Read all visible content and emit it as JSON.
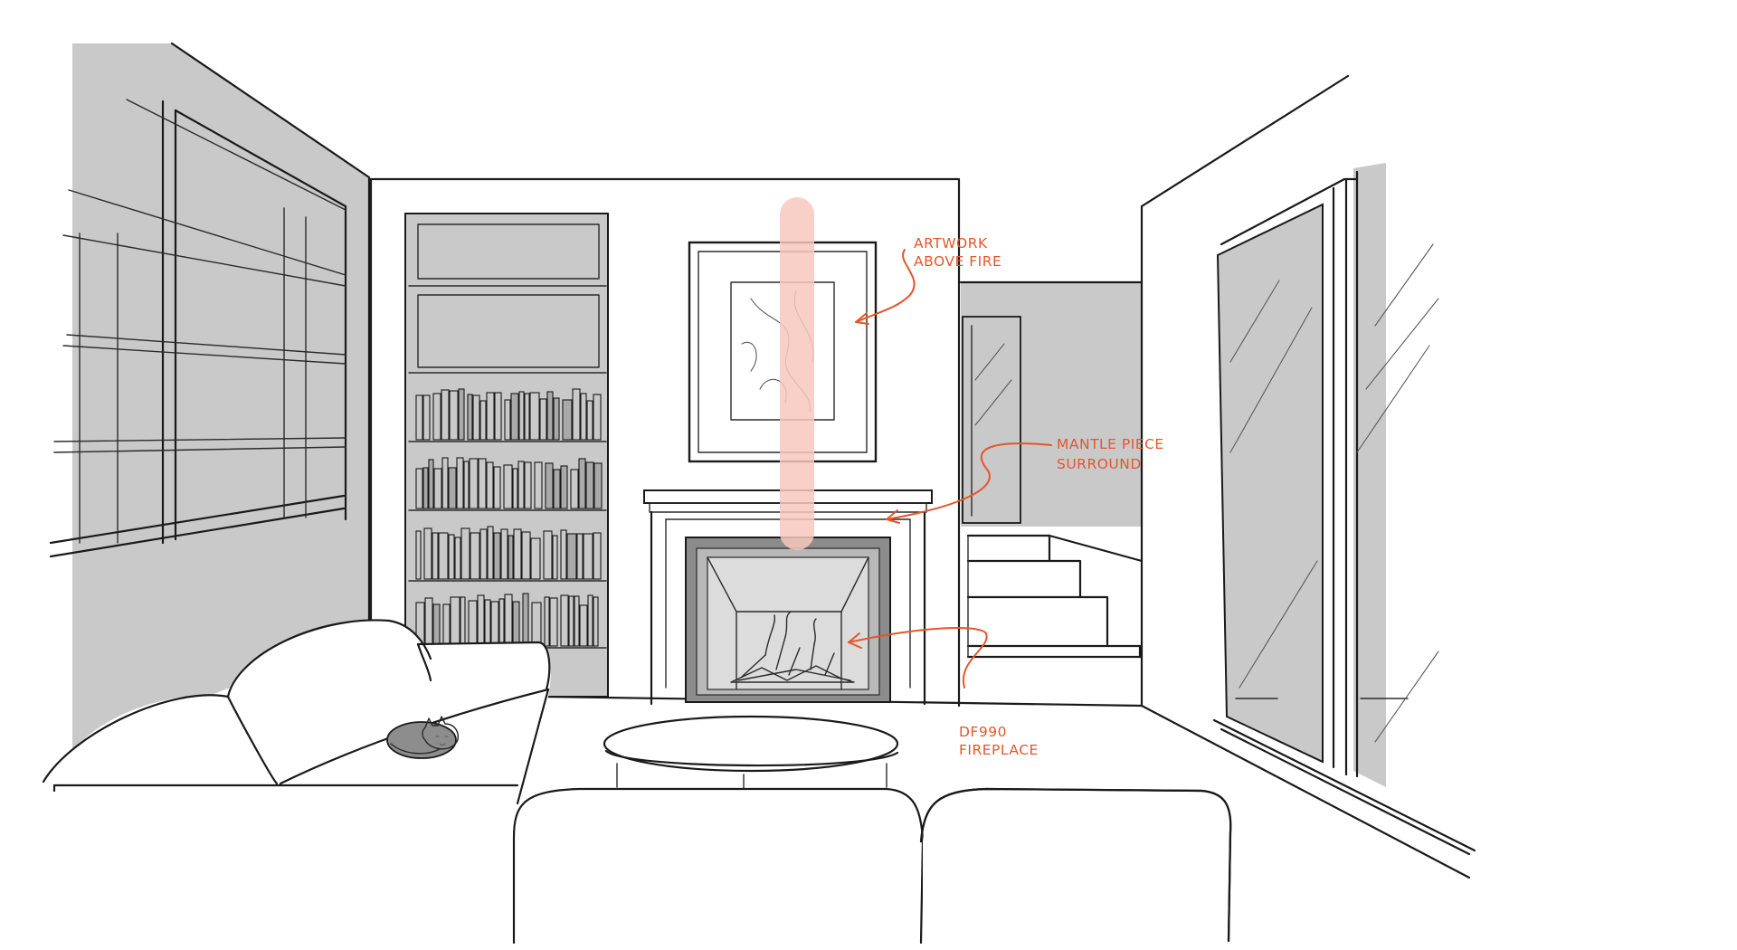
{
  "annotations": {
    "artwork": [
      "ARTWORK",
      "ABOVE FIRE"
    ],
    "mantle": [
      "MANTLE PIECE",
      "SURROUND"
    ],
    "fireplace": [
      "DF990",
      "FIREPLACE"
    ]
  },
  "colors": {
    "wall_shade": "#c9c9c9",
    "ink": "#1a1a1a",
    "annotation": "#e2572b",
    "flue_highlight": "#f7c8bd",
    "fireplace_frame": "#8c8c8c",
    "firebox": "#dcdcdc"
  }
}
